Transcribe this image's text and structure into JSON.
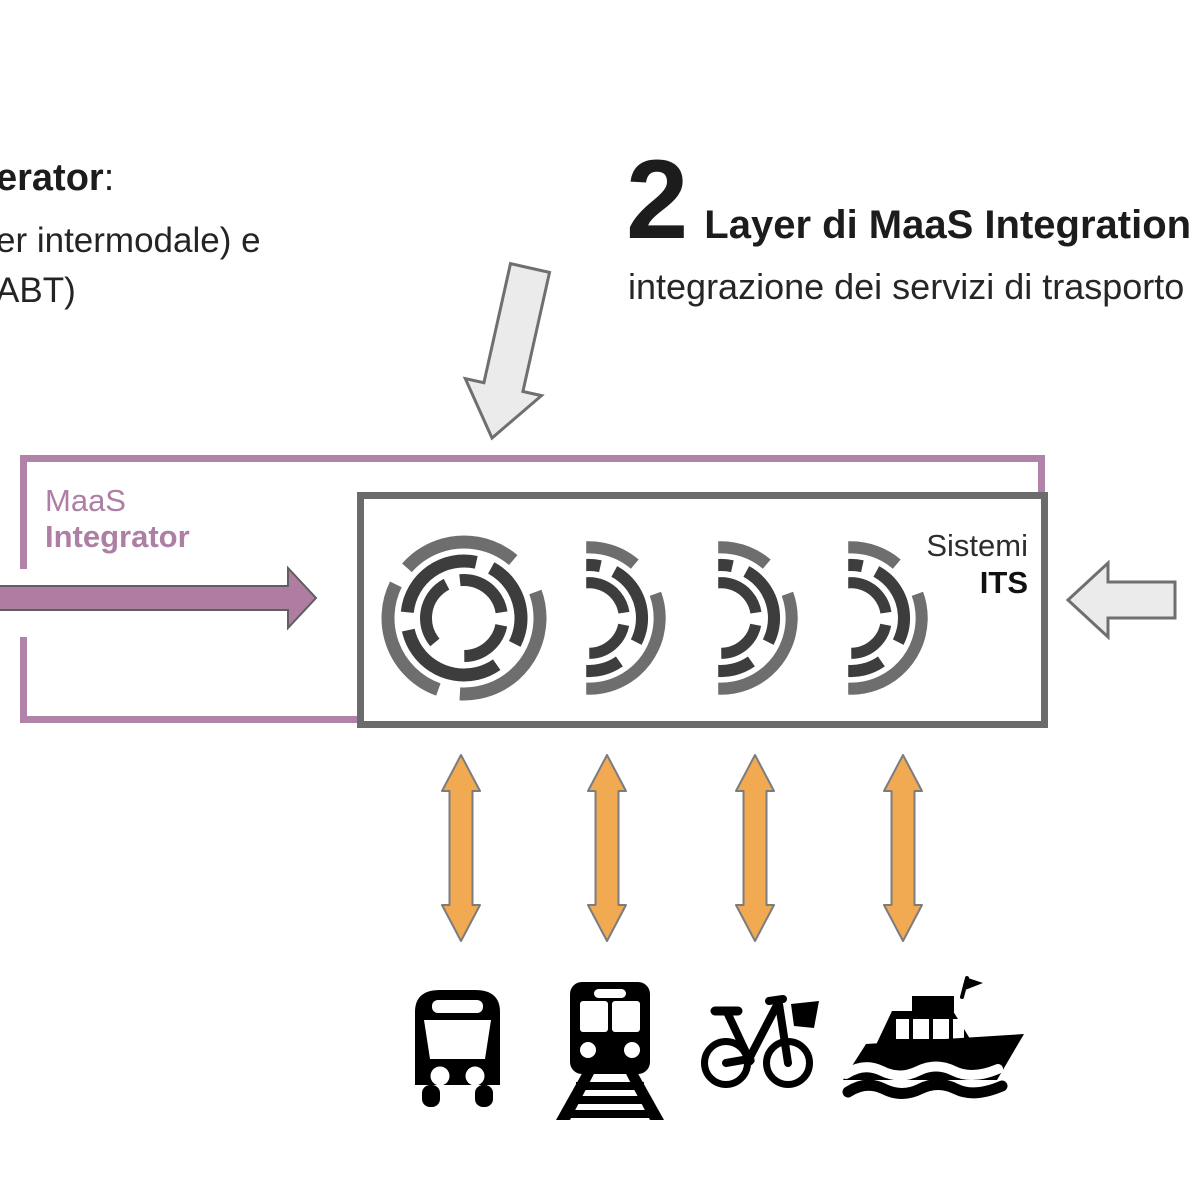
{
  "top_left_note": {
    "line1_bold": "erator",
    "line1_rest": ":",
    "line2": "er intermodale) e",
    "line3": "ABT)"
  },
  "heading": {
    "number": "2",
    "title": "Layer di MaaS Integration",
    "subtitle": "integrazione dei servizi di trasporto"
  },
  "maas_integrator": {
    "line1": "MaaS",
    "line2": "Integrator"
  },
  "sistemi_its": {
    "line1": "Sistemi",
    "line2": "ITS"
  },
  "transport_modes": [
    "bus",
    "train",
    "bicycle",
    "ferry"
  ],
  "its_system_icons_count": 4,
  "colors": {
    "pink": "#b283a8",
    "pink_text": "#ad7fa4",
    "arrow_pink": "#af7da2",
    "arrow_pink_outline": "#5f5f5f",
    "orange": "#f1a952",
    "orange_outline": "#7b7c7e",
    "arrow_gray_fill": "#ebebeb",
    "arrow_gray_stroke": "#6f6f6f",
    "box_gray": "#6b6b6b",
    "icon_dark": "#3d3d3d",
    "icon_mid": "#6e6e6e"
  }
}
